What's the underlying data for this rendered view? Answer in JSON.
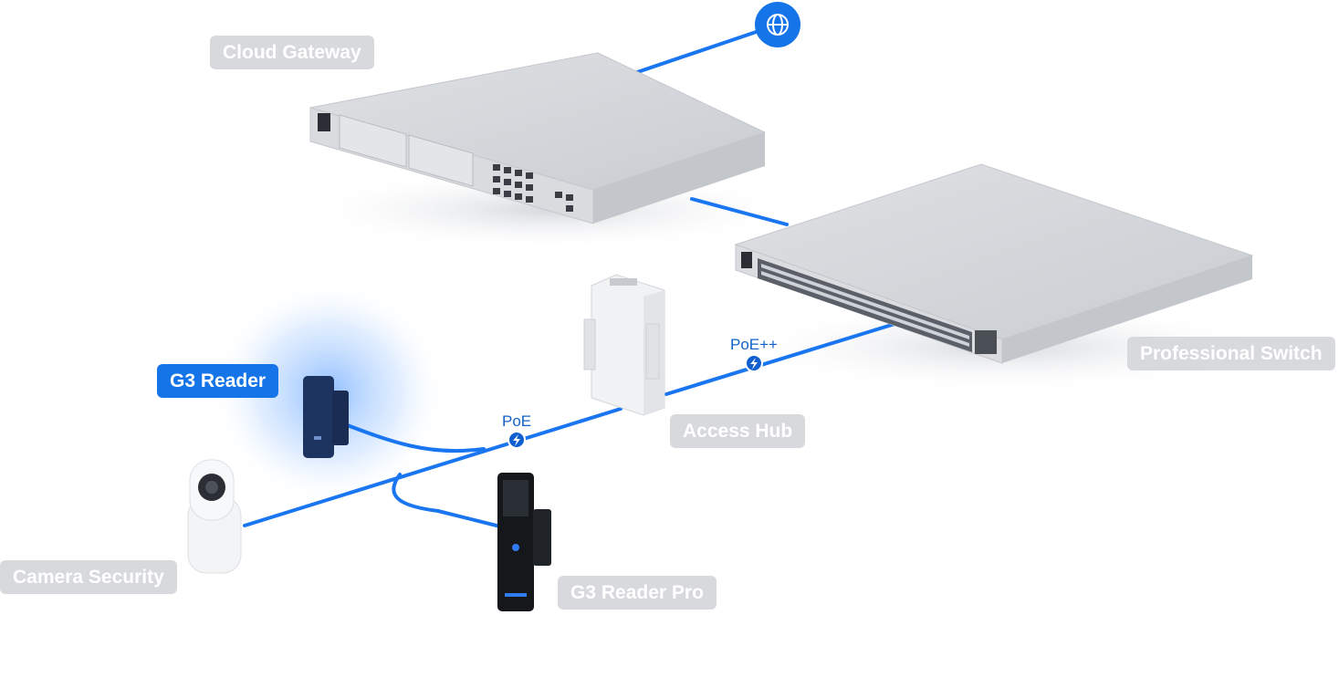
{
  "devices": {
    "cloud_gateway": {
      "label": "Cloud Gateway"
    },
    "professional_switch": {
      "label": "Professional Switch"
    },
    "access_hub": {
      "label": "Access Hub"
    },
    "g3_reader": {
      "label": "G3 Reader",
      "selected": true
    },
    "g3_reader_pro": {
      "label": "G3 Reader Pro"
    },
    "camera_security": {
      "label": "Camera Security"
    }
  },
  "links": {
    "switch_to_hub": {
      "label": "PoE++"
    },
    "hub_to_readers": {
      "label": "PoE"
    }
  },
  "icons": {
    "internet": "globe-icon",
    "power": "bolt-icon"
  },
  "colors": {
    "accent": "#1575e8",
    "cable": "#1976f0",
    "label_bg": "#d7d9dd",
    "device_body": "#cfd2d6",
    "reader_dark": "#1e3460"
  }
}
